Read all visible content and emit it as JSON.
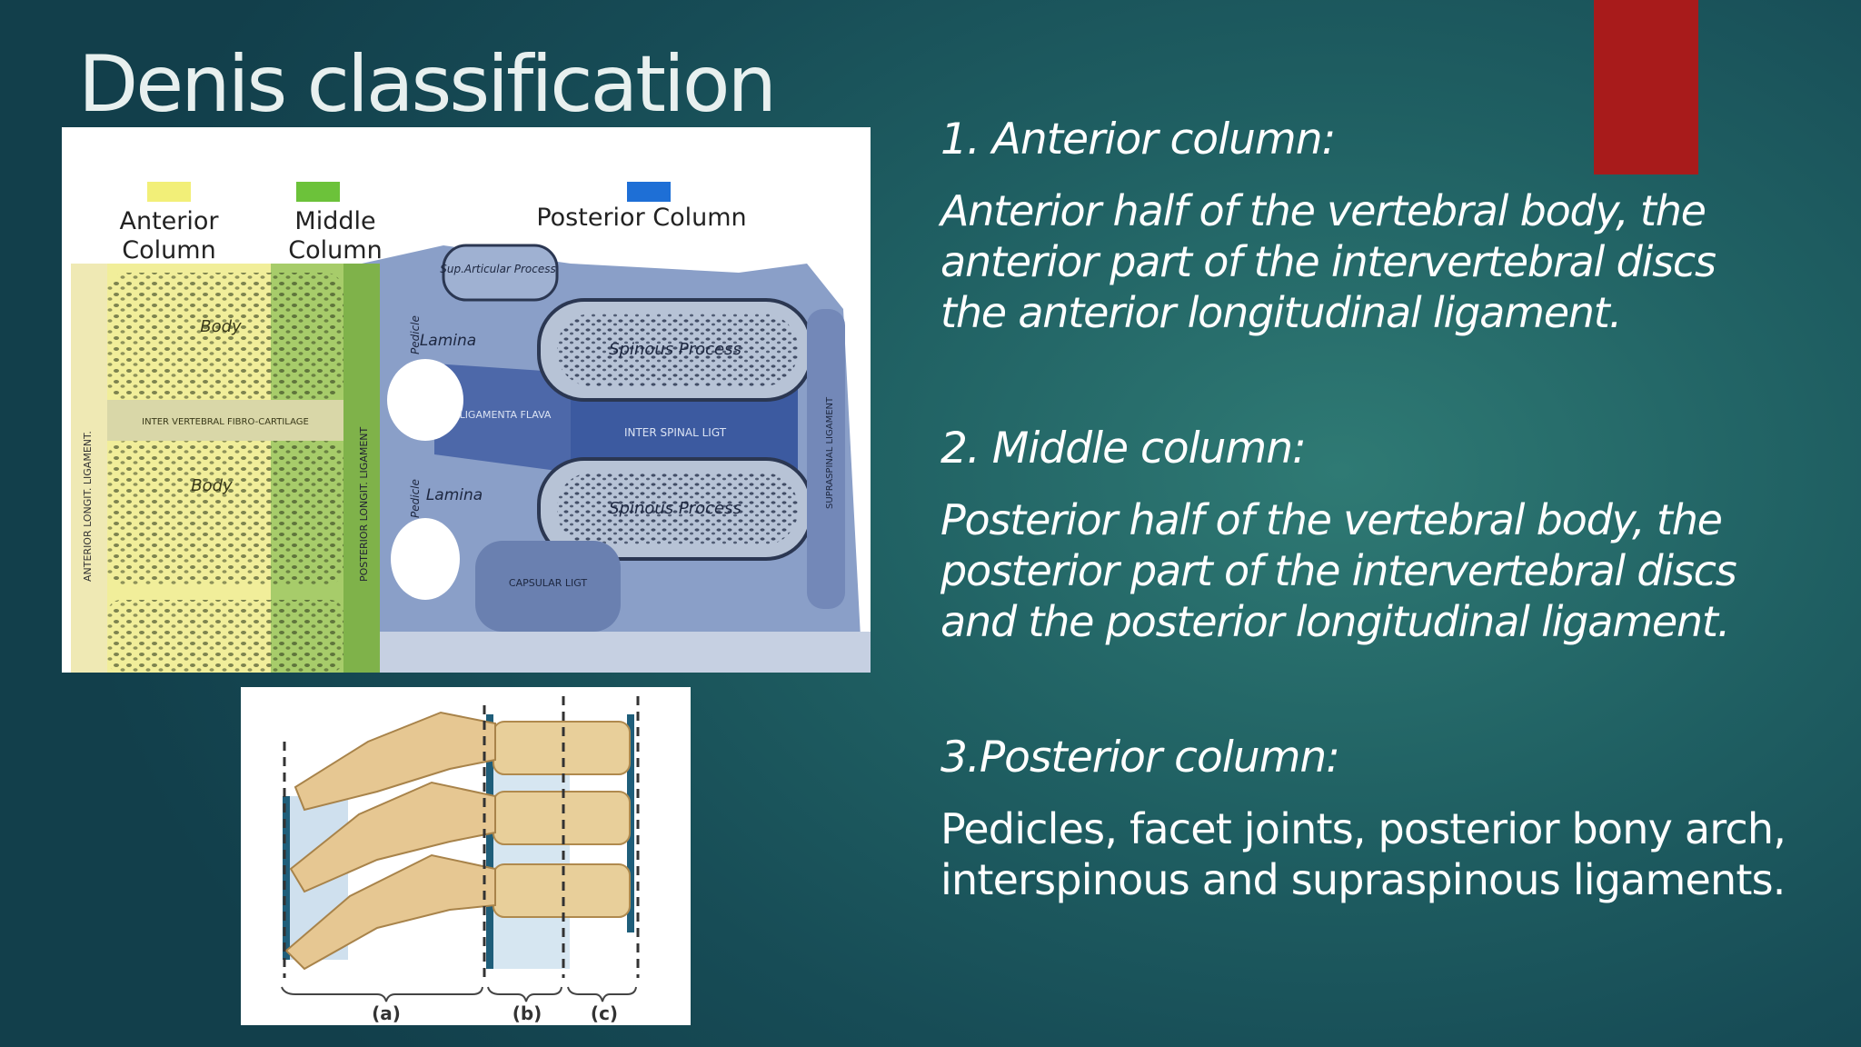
{
  "slide": {
    "title": "Denis classification",
    "accent_color": "#a81b1b",
    "background_color": "#1f5f62"
  },
  "figure1": {
    "legend": [
      {
        "label": "Anterior\nColumn",
        "color": "#f2ef78"
      },
      {
        "label": "Middle\nColumn",
        "color": "#6cc23a"
      },
      {
        "label": "Posterior Column",
        "color": "#1e6fd6"
      }
    ],
    "labels": {
      "sup_articular": "Sup.Articular Process",
      "lamina_top": "Lamina",
      "lamina_bottom": "Lamina",
      "spinous_top": "Spinous Process",
      "spinous_bottom": "Spinous Process",
      "ligamenta_flava": "LIGAMENTA FLAVA",
      "interspinal": "INTER SPINAL LIGT",
      "capsular": "CAPSULAR LIGT",
      "intervertebral": "INTER VERTEBRAL FIBRO-CARTILAGE",
      "body_top": "Body",
      "body_bottom": "Body",
      "anterior_lig": "ANTERIOR LONGIT. LIGAMENT.",
      "posterior_lig": "POSTERIOR LONGIT. LIGAMENT",
      "supraspinal": "SUPRASPINAL LIGAMENT",
      "pedicle_top": "Pedicle",
      "pedicle_bottom": "Pedicle"
    }
  },
  "figure2": {
    "labels": [
      "(a)",
      "(b)",
      "(c)"
    ]
  },
  "content": {
    "col1_heading": "1. Anterior column:",
    "col1_body": "Anterior half of the vertebral body, the\nanterior part of the intervertebral discs\nthe anterior longitudinal ligament.",
    "col2_heading": "2. Middle column:",
    "col2_body": "Posterior half of the vertebral body, the\nposterior part of the intervertebral discs\nand the posterior longitudinal ligament.",
    "col3_heading": "3.Posterior column:",
    "col3_body": "Pedicles, facet joints, posterior bony arch,\ninterspinous and supraspinous ligaments."
  }
}
